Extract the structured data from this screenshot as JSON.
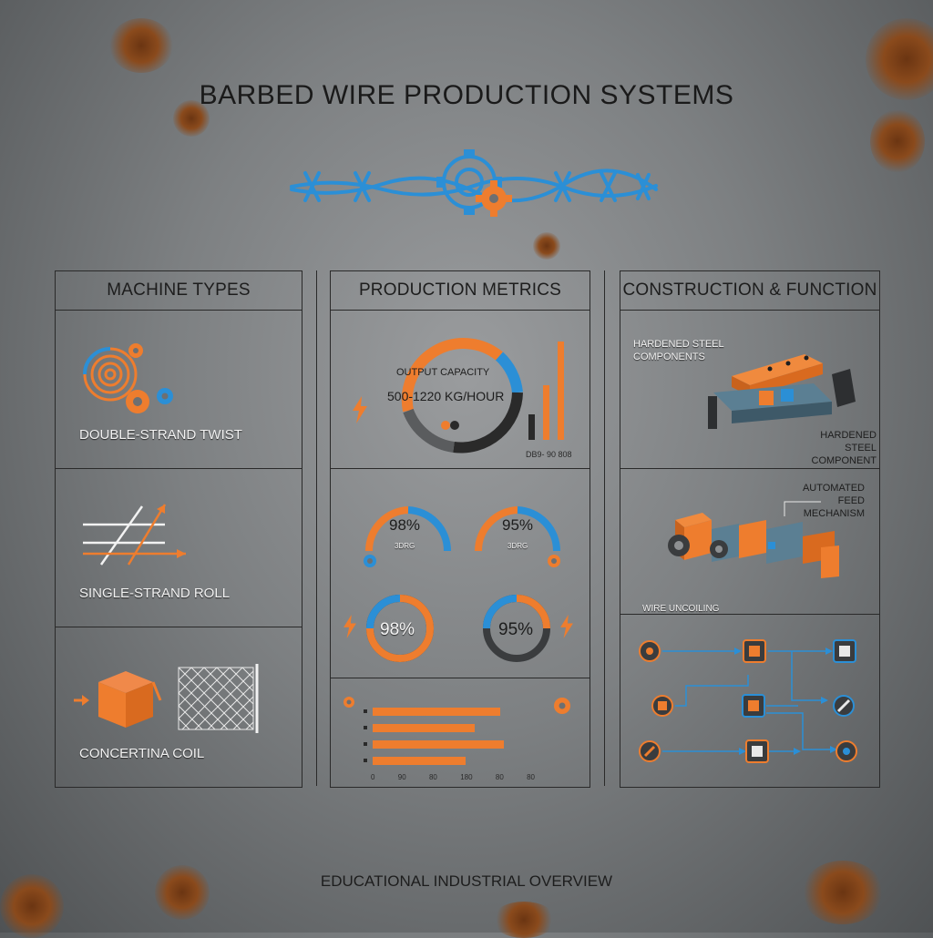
{
  "title": "BARBED WIRE PRODUCTION SYSTEMS",
  "footer": "EDUCATIONAL INDUSTRIAL OVERVIEW",
  "colors": {
    "orange": "#ee7d2e",
    "blue": "#2b8fd6",
    "dark": "#2a2a2a",
    "text_dark": "#1d1d1d"
  },
  "panels": {
    "machine_types": {
      "title": "MACHINE TYPES",
      "items": [
        {
          "label": "DOUBLE-STRAND TWIST",
          "icon": "twist-gears-icon"
        },
        {
          "label": "SINGLE-STRAND ROLL",
          "icon": "crossing-wires-icon"
        },
        {
          "label": "CONCERTINA COIL",
          "icon": "box-and-mesh-icon"
        }
      ]
    },
    "production_metrics": {
      "title": "PRODUCTION METRICS",
      "capacity_label": "OUTPUT CAPACITY",
      "capacity_value": "500-1220 KG/HOUR",
      "mini_bar_label": "DB9- 90 808",
      "gauges_top": [
        {
          "value": "98%",
          "sublabel": "3DRG"
        },
        {
          "value": "95%",
          "sublabel": "3DRG"
        }
      ],
      "gauges_bottom": [
        {
          "value": "98%"
        },
        {
          "value": "95%"
        }
      ],
      "bar_ticks": [
        "0",
        "90",
        "80",
        "180",
        "80",
        "80"
      ]
    },
    "construction": {
      "title": "CONSTRUCTION & FUNCTION",
      "label_1": "HARDENED STEEL COMPONENTS",
      "label_2": "HARDENED STEEL COMPONENT",
      "label_3": "AUTOMATED FEED MECHANISM",
      "label_4": "WIRE UNCOILING"
    }
  }
}
